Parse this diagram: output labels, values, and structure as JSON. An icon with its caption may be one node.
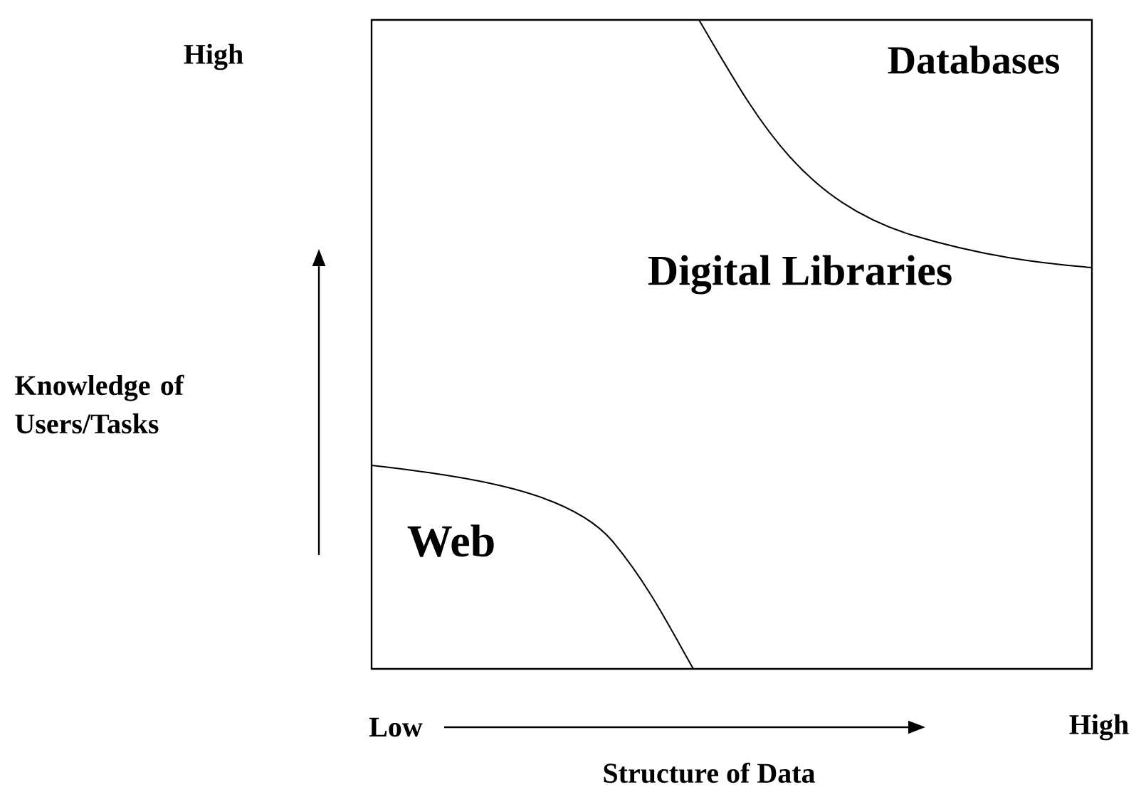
{
  "diagram": {
    "labels": [
      "High",
      "Databases",
      "Digital Libraries",
      "Knowledge of Users/Tasks",
      "Web",
      "Low",
      "High",
      "Structure of Data"
    ]
  }
}
